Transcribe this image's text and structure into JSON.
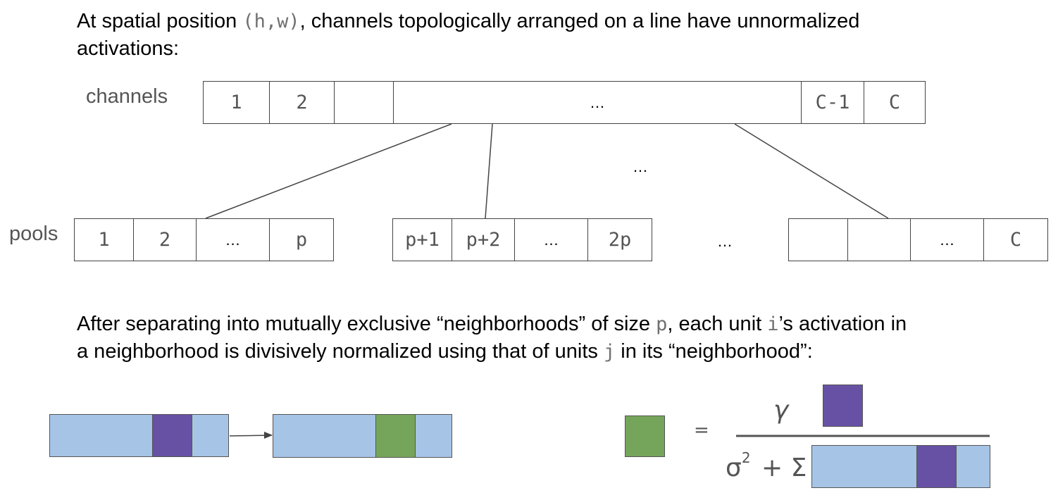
{
  "intro": {
    "p1_before": "At spatial position ",
    "p1_hw": "(h,w)",
    "p1_after": ", channels topologically arranged on a line have unnormalized",
    "p1_line2": "activations:"
  },
  "channels_row": {
    "label": "channels",
    "cells": [
      "1",
      "2",
      "",
      "…",
      "C-1",
      "C"
    ]
  },
  "middle_ellipsis": "…",
  "pools_row": {
    "label": "pools",
    "pool1": [
      "1",
      "2",
      "…",
      "p"
    ],
    "pool2": [
      "p+1",
      "p+2",
      "…",
      "2p"
    ],
    "gap_ellipsis": "…",
    "pool3": [
      "",
      "",
      "…",
      "C"
    ]
  },
  "explanation": {
    "line1_a": "After separating into mutually exclusive “neighborhoods” of size ",
    "line1_p": "p",
    "line1_b": ", each unit ",
    "line1_i": "i",
    "line1_c": "’s activation in",
    "line2_a": "a neighborhood is divisively normalized using that of units ",
    "line2_j": "j",
    "line2_b": " in its “neighborhood”:"
  },
  "formula": {
    "equals": "=",
    "gamma": "γ",
    "sigma2": "σ",
    "sup2": "2",
    "plus_sum": "+ Σ"
  },
  "colors": {
    "neighborhood": "#a6c4e6",
    "active_unit": "#6751a4",
    "normalized_unit": "#75a55a"
  }
}
